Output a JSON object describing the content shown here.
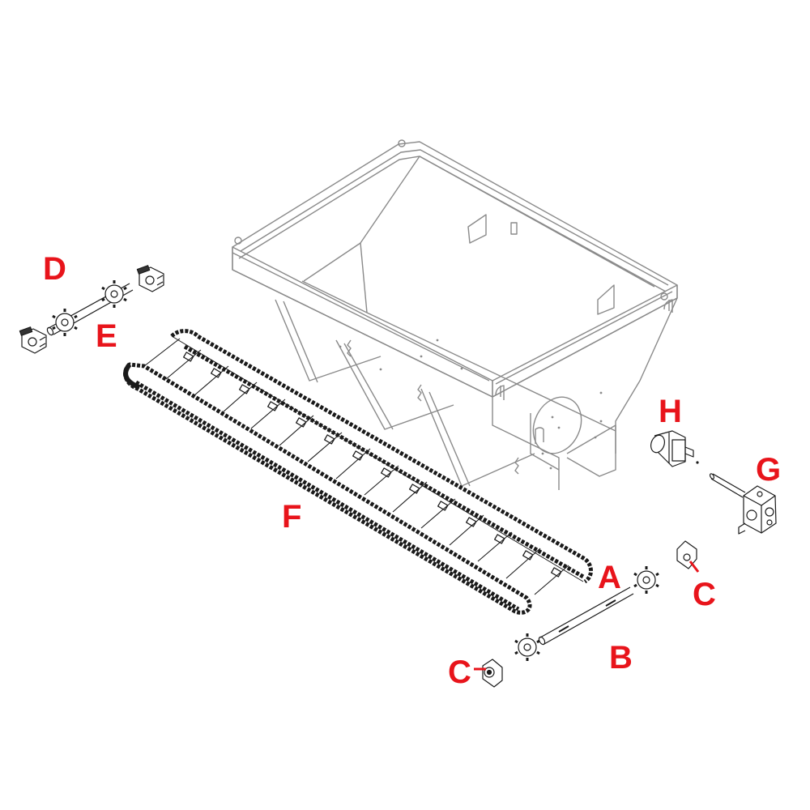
{
  "diagram": {
    "type": "exploded-parts-diagram",
    "subject": "hopper spreader with conveyor chain assembly",
    "label_color": "#e8141b",
    "line_color_hopper": "#8a8a8a",
    "line_color_parts": "#1a1a1a"
  },
  "labels": {
    "D": "D",
    "E": "E",
    "F": "F",
    "H": "H",
    "G": "G",
    "A": "A",
    "B": "B",
    "C_right": "C",
    "C_left": "C"
  },
  "parts": [
    {
      "letter": "A",
      "depicts": "drive sprocket"
    },
    {
      "letter": "B",
      "depicts": "drive shaft"
    },
    {
      "letter": "C",
      "depicts": "flange bearing (two shown)"
    },
    {
      "letter": "D",
      "depicts": "idler shaft bearing blocks"
    },
    {
      "letter": "E",
      "depicts": "idler shaft with sprockets"
    },
    {
      "letter": "F",
      "depicts": "conveyor chain"
    },
    {
      "letter": "G",
      "depicts": "gearbox with input shaft"
    },
    {
      "letter": "H",
      "depicts": "hydraulic motor"
    }
  ]
}
